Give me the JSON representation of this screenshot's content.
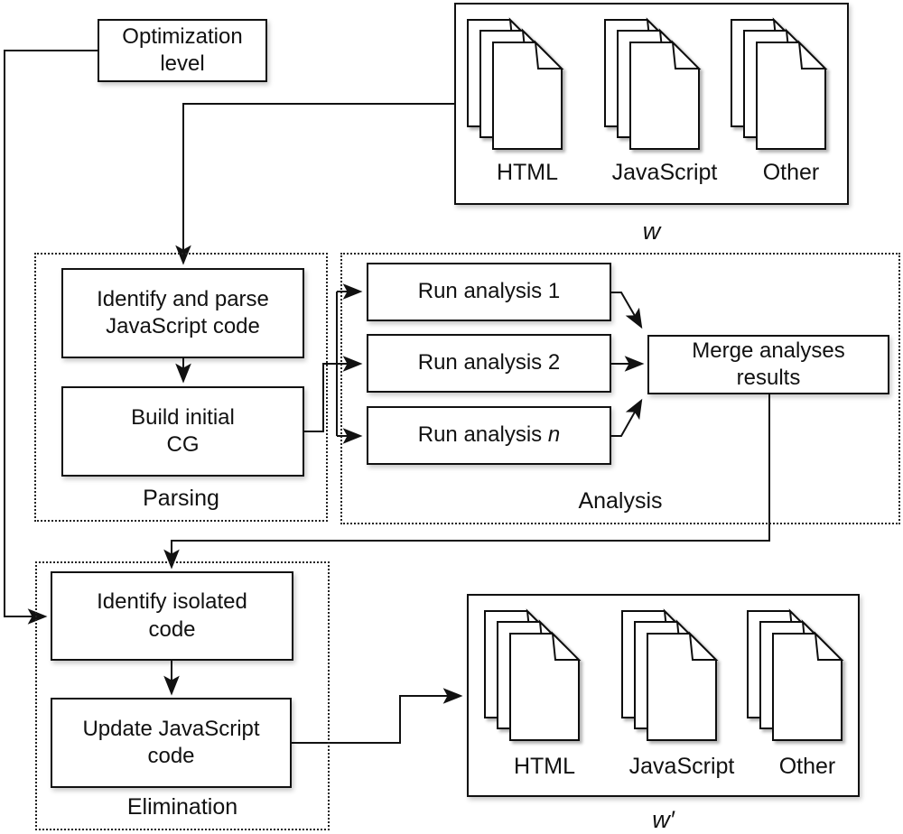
{
  "colors": {
    "stroke": "#111111",
    "background": "#ffffff"
  },
  "nodes": {
    "optimization": "Optimization\nlevel",
    "identify_parse": "Identify and parse\nJavaScript code",
    "build_cg": "Build initial\nCG",
    "merge": "Merge analyses\nresults",
    "identify_isolated": "Identify isolated\ncode",
    "update_js": "Update JavaScript\ncode"
  },
  "runs": [
    {
      "prefix": "Run analysis",
      "suffix": "1",
      "suffix_class": "var-normal"
    },
    {
      "prefix": "Run analysis",
      "suffix": "2",
      "suffix_class": "var-normal"
    },
    {
      "prefix": "Run analysis",
      "suffix": "n",
      "suffix_class": "var-italic"
    }
  ],
  "groups": {
    "parsing": "Parsing",
    "analysis": "Analysis",
    "elimination": "Elimination"
  },
  "input_docs": {
    "items": [
      "HTML",
      "JavaScript",
      "Other"
    ],
    "caption": "w"
  },
  "output_docs": {
    "items": [
      "HTML",
      "JavaScript",
      "Other"
    ],
    "caption": "w′"
  }
}
